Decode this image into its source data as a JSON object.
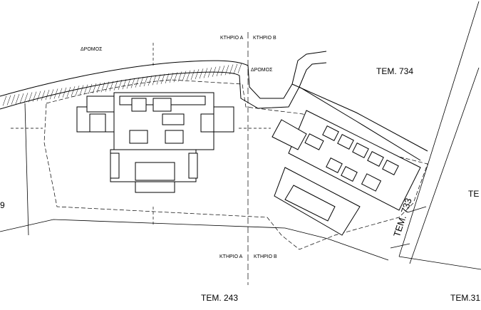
{
  "labels": {
    "road_1": "ΔΡΟΜΟΣ",
    "road_2": "ΔΡΟΜΟΣ",
    "building_a_top": "ΚΤΗΡΙΟ Α",
    "building_b_top": "ΚΤΗΡΙΟ Β",
    "building_a_bottom": "ΚΤΗΡΙΟ Α",
    "building_b_bottom": "ΚΤΗΡΙΟ Β",
    "plot_734": "ΤΕΜ. 734",
    "plot_733": "ΤΕΜ. 733",
    "plot_243": "ΤΕΜ. 243",
    "plot_right_edge": "ΤΕ",
    "plot_bottom_right": "ΤΕΜ.31",
    "plot_left_edge": "9"
  }
}
